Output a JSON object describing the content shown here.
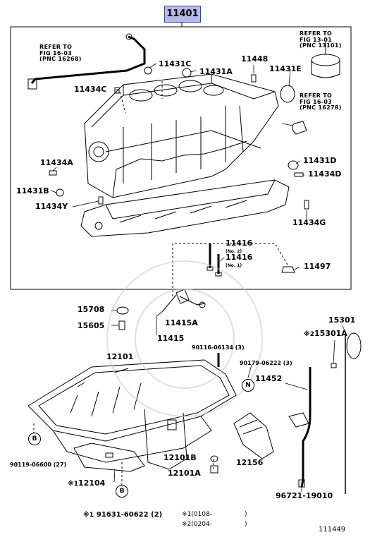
{
  "assembly_number": "11401",
  "diagram_code": "111449",
  "refs": [
    {
      "id": "ref-left",
      "line1": "REFER TO",
      "line2": "FIG 16-03",
      "line3": "(PNC 16268)"
    },
    {
      "id": "ref-piston",
      "line1": "REFER TO",
      "line2": "FIG 13-01",
      "line3": "(PNC 13101)"
    },
    {
      "id": "ref-right",
      "line1": "REFER TO",
      "line2": "FIG 16-03",
      "line3": "(PNC 16278)"
    }
  ],
  "parts": {
    "p11431C": "11431C",
    "p11431A": "11431A",
    "p11448": "11448",
    "p11431E": "11431E",
    "p11434C": "11434C",
    "p11434A": "11434A",
    "p11431D": "11431D",
    "p11434D": "11434D",
    "p11431B": "11431B",
    "p11434Y": "11434Y",
    "p11434G": "11434G",
    "p11416a": "11416",
    "p11416a_note": "(No. 2)",
    "p11416b": "11416",
    "p11416b_note": "(No. 1)",
    "p11497": "11497",
    "p15708": "15708",
    "p15605": "15605",
    "p11415A": "11415A",
    "p11415": "11415",
    "p15301": "15301",
    "p15301A": "15301A",
    "p15301A_mark": "※2",
    "p90116": "90116-06134 (3)",
    "p12101": "12101",
    "p90179": "90179-06222 (3)",
    "p11452": "11452",
    "p90119": "90119-06600 (27)",
    "p12104": "12104",
    "p12104_mark": "※1",
    "p12101B": "12101B",
    "p12101A": "12101A",
    "p12156": "12156",
    "p96721": "96721-19010",
    "p91631": "91631-60622 (2)",
    "p91631_mark": "※1"
  },
  "circle_marks": {
    "n": "N",
    "b1": "B",
    "b2": "B"
  },
  "footnotes": [
    {
      "mark": "※1",
      "text": "(0108-",
      "end": ")"
    },
    {
      "mark": "※2",
      "text": "(0204-",
      "end": ")"
    }
  ]
}
